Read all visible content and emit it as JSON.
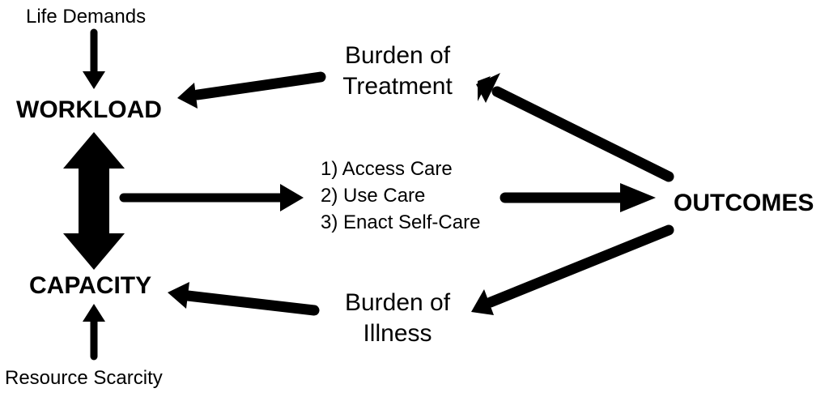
{
  "nodes": {
    "life_demands": "Life Demands",
    "workload": "WORKLOAD",
    "capacity": "CAPACITY",
    "resource_scarcity": "Resource Scarcity",
    "outcomes": "OUTCOMES",
    "burden_of_treatment": {
      "line1": "Burden of",
      "line2": "Treatment"
    },
    "burden_of_illness": {
      "line1": "Burden of",
      "line2": "Illness"
    }
  },
  "steps": [
    "1) Access Care",
    "2) Use Care",
    "3) Enact Self-Care"
  ],
  "colors": {
    "ink": "#000000",
    "background": "#ffffff"
  }
}
